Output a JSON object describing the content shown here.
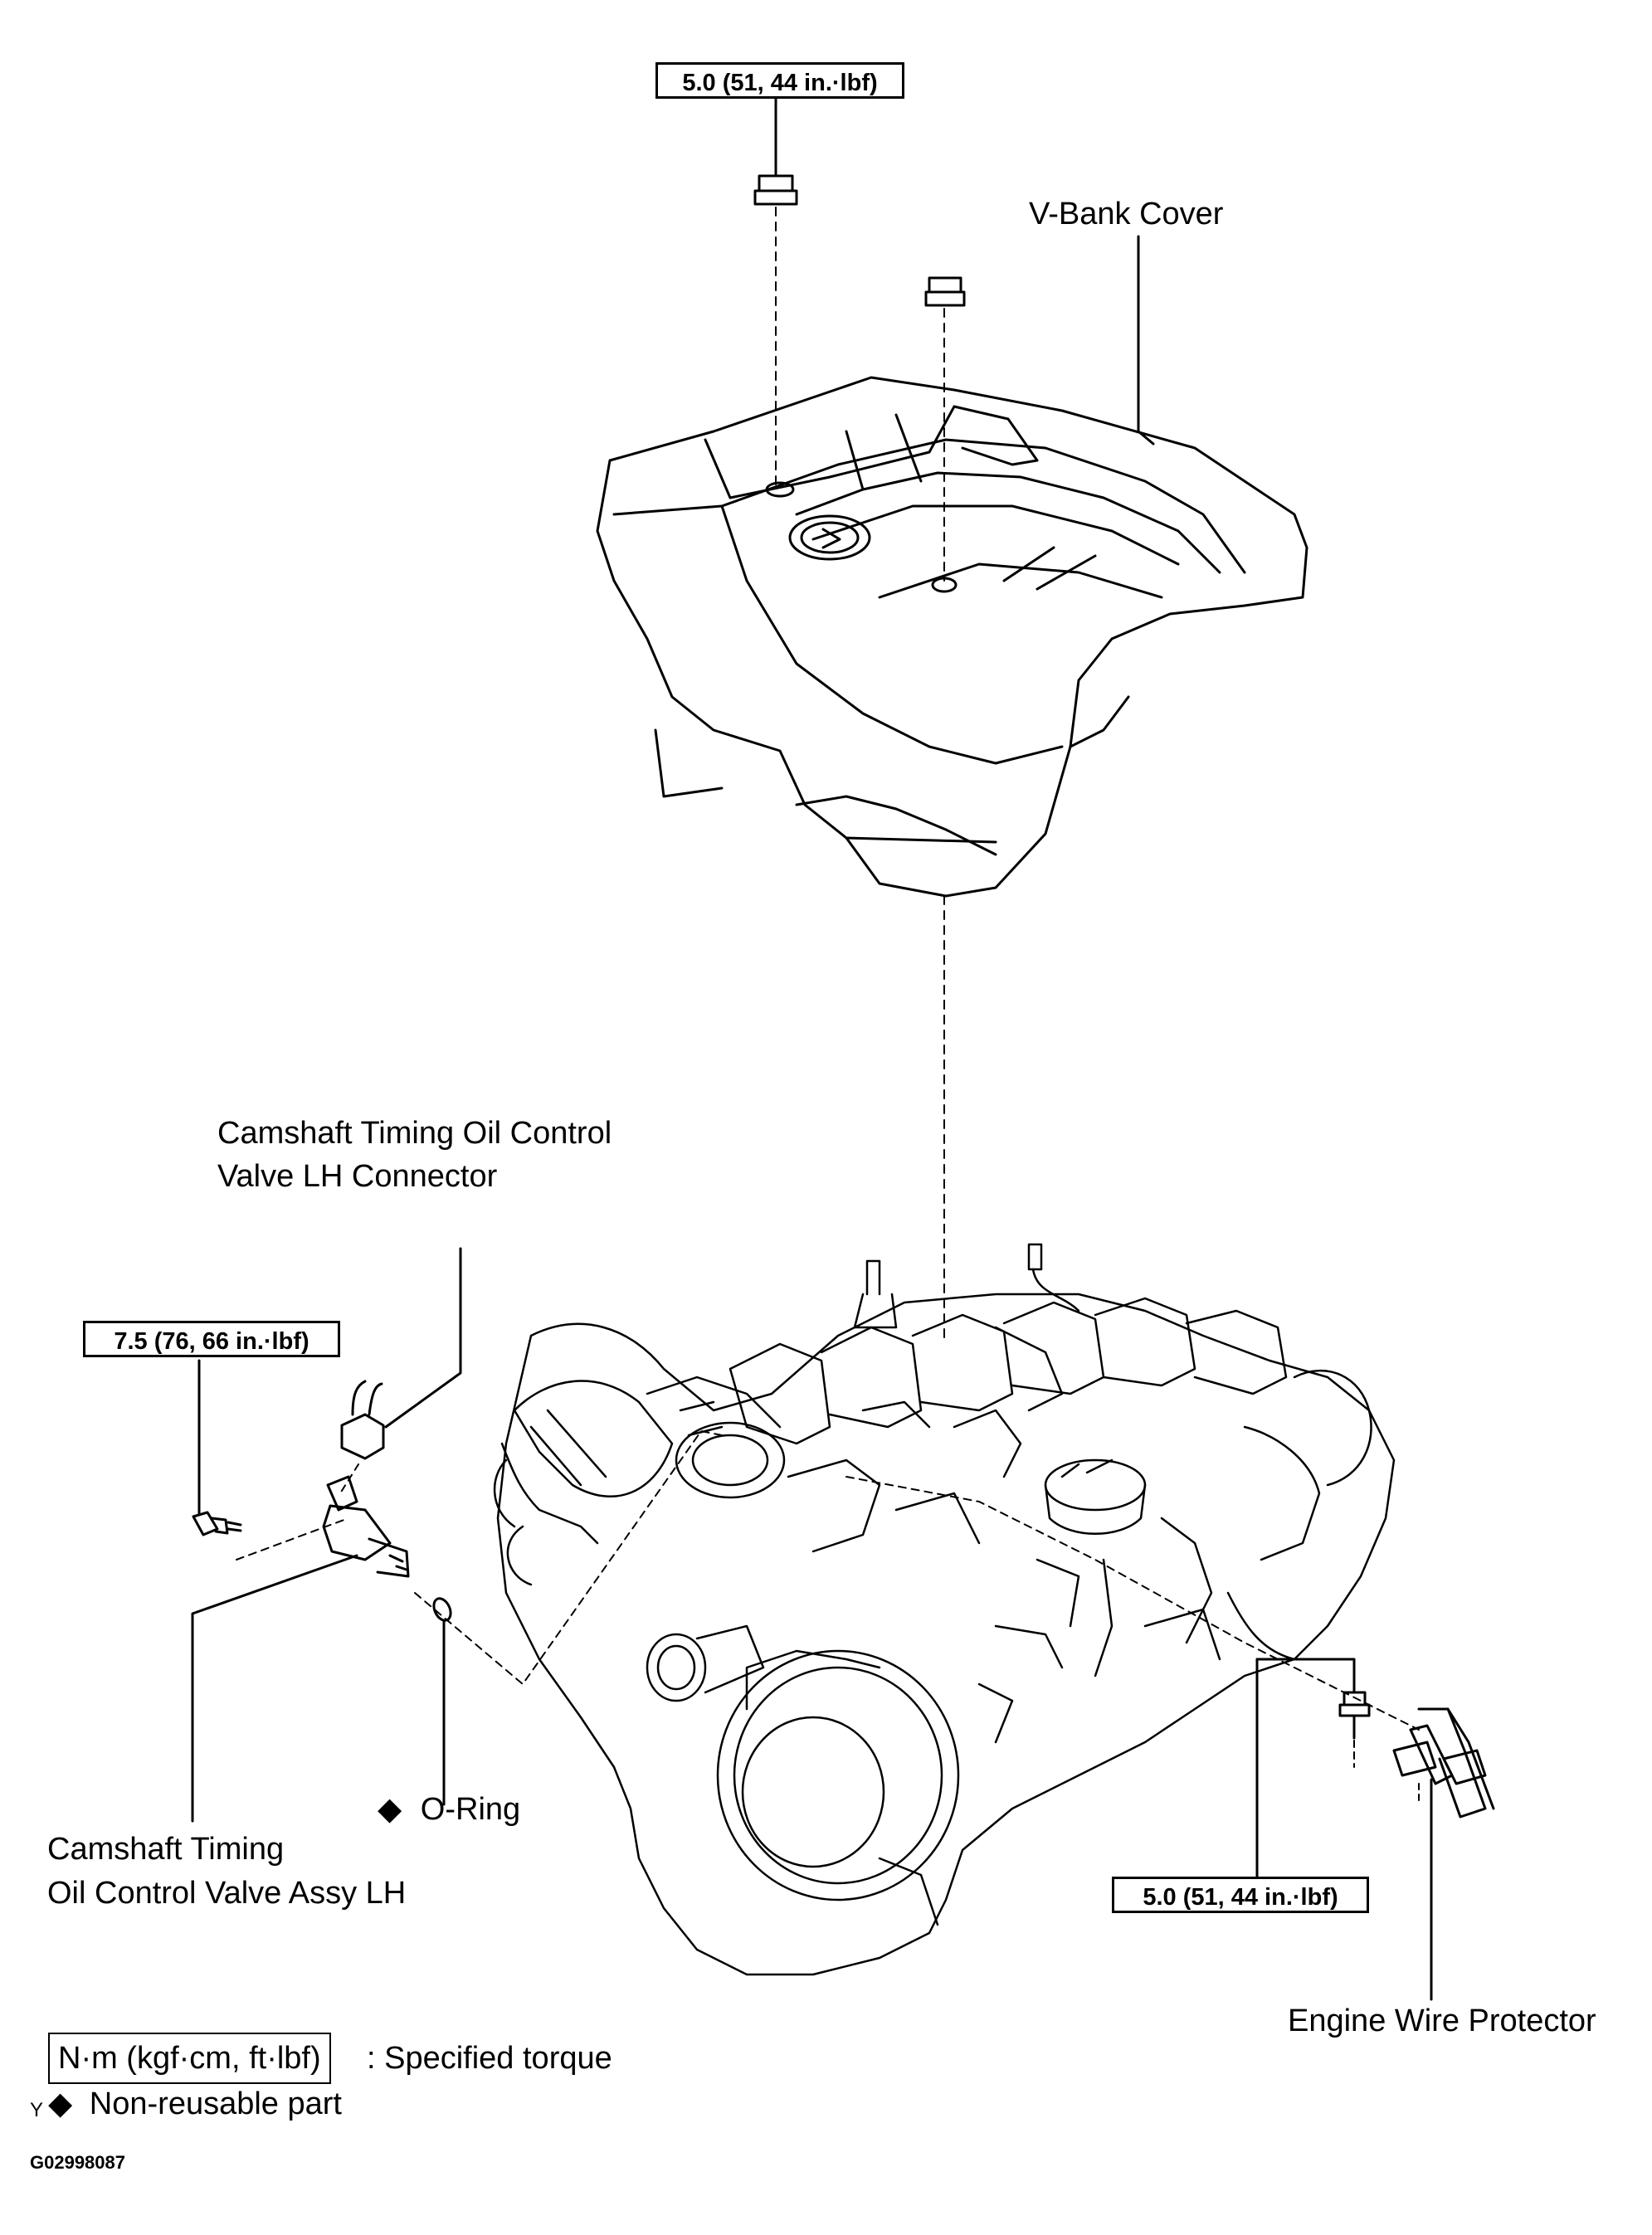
{
  "torque_top": "5.0 (51, 44 in.·lbf)",
  "torque_left": "7.5 (76, 66 in.·lbf)",
  "torque_right": "5.0 (51, 44 in.·lbf)",
  "labels": {
    "v_bank_cover": "V-Bank  Cover",
    "connector_line1": "Camshaft Timing Oil Control",
    "connector_line2": "Valve LH Connector",
    "o_ring": "O-Ring",
    "valve_assy_line1": "Camshaft Timing",
    "valve_assy_line2": "Oil Control Valve Assy LH",
    "wire_protector": "Engine Wire Protector"
  },
  "legend": {
    "unit_box": "N·m (kgf·cm, ft·lbf)",
    "unit_desc": ": Specified torque",
    "non_reusable_desc": "Non-reusable part",
    "diamond_symbol": "◆",
    "marker": "Y"
  },
  "figure_id": "G02998087"
}
